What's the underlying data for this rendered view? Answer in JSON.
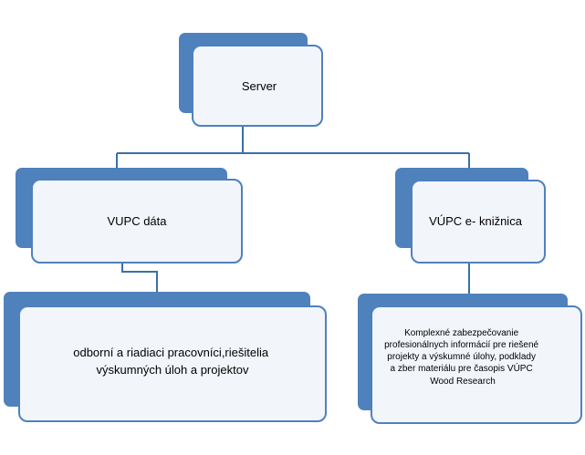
{
  "colors": {
    "accent": "#4F81BD",
    "connector": "#3B6FA8",
    "box_fill": "#F2F5FA",
    "box_border": "#4F81BD"
  },
  "nodes": {
    "server": {
      "label": "Server"
    },
    "vupc_data": {
      "label": "VUPC dáta"
    },
    "vupc_library": {
      "label": "VÚPC e- knižnica"
    },
    "staff": {
      "lines": [
        "odborní  a riadiaci pracovníci,riešitelia",
        "výskumných  úloh  a projektov"
      ]
    },
    "library_desc": {
      "lines": [
        "Komplexné zabezpečovanie",
        "profesionálnych informácií pre riešené",
        "projekty a výskumné úlohy, podklady",
        "a zber materiálu pre časopis VÚPC",
        "Wood Research"
      ]
    }
  }
}
